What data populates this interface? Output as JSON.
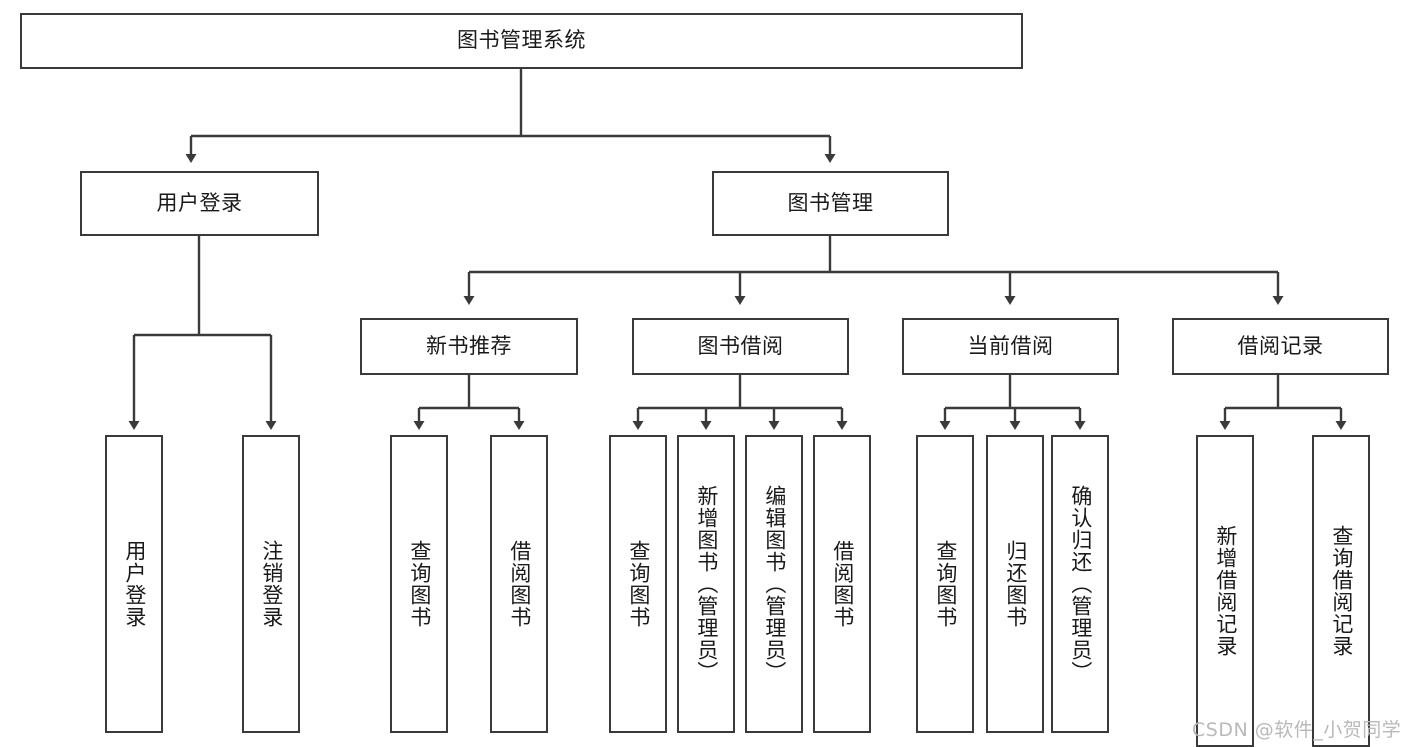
{
  "diagram": {
    "type": "tree-hierarchy-chart",
    "title": "图书管理系统",
    "stroke_color": "#3a3a3a",
    "fill_color": "#ffffff",
    "text_color": "#1a1a1a",
    "nodes": {
      "root": {
        "label": "图书管理系统"
      },
      "level1": [
        {
          "label": "用户登录"
        },
        {
          "label": "图书管理"
        }
      ],
      "level2": [
        {
          "label": "新书推荐"
        },
        {
          "label": "图书借阅"
        },
        {
          "label": "当前借阅"
        },
        {
          "label": "借阅记录"
        }
      ],
      "leaves_user_login": [
        {
          "label": "用户登录"
        },
        {
          "label": "注销登录"
        }
      ],
      "leaves_new_book": [
        {
          "label": "查询图书"
        },
        {
          "label": "借阅图书"
        }
      ],
      "leaves_borrow": [
        {
          "label": "查询图书"
        },
        {
          "label": "新增图书（管理员）"
        },
        {
          "label": "编辑图书（管理员）"
        },
        {
          "label": "借阅图书"
        }
      ],
      "leaves_current": [
        {
          "label": "查询图书"
        },
        {
          "label": "归还图书"
        },
        {
          "label": "确认归还（管理员）"
        }
      ],
      "leaves_records": [
        {
          "label": "新增借阅记录"
        },
        {
          "label": "查询借阅记录"
        }
      ]
    }
  },
  "watermark": {
    "text": "CSDN @软件_小贺同学",
    "color": "#b9b9b9"
  }
}
